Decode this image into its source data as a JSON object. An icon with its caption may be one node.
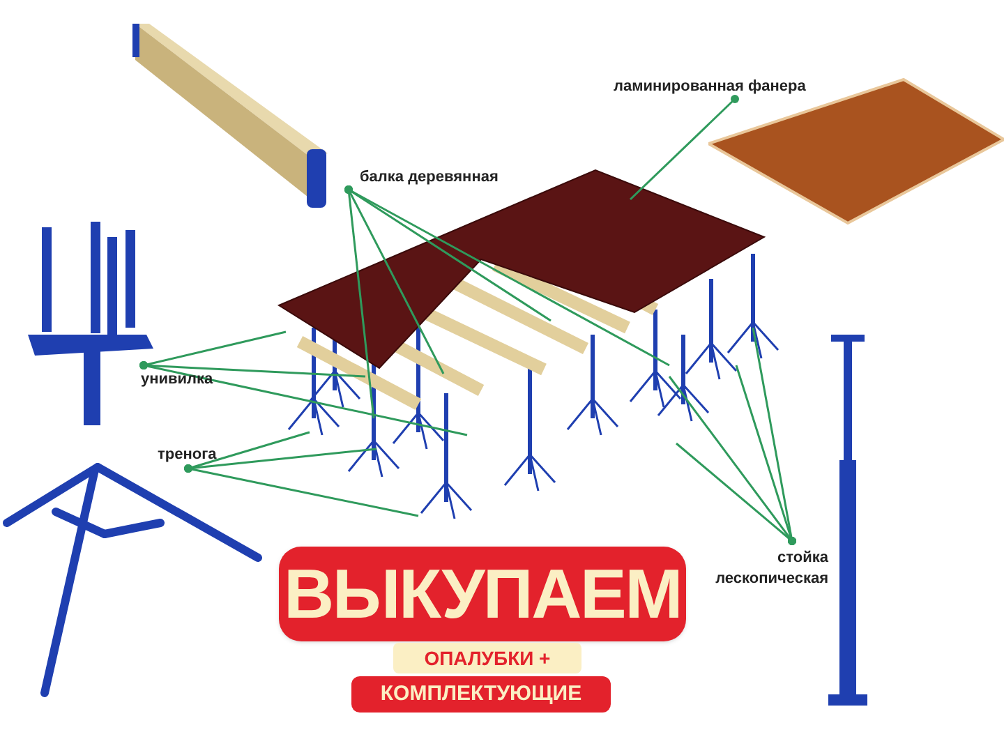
{
  "diagram": {
    "nodes": [
      {
        "text": [
          "балка деревянная"
        ]
      },
      {
        "text": [
          "ламинированная фанера"
        ]
      },
      {
        "text": [
          "унивилка"
        ]
      },
      {
        "text": [
          "тренога"
        ]
      },
      {
        "text": [
          "стойка",
          "лескопическая"
        ]
      },
      {
        "text": [
          "ВЫКУПАЕМ"
        ]
      },
      {
        "text": [
          "ОПАЛУБКИ +"
        ]
      },
      {
        "text": [
          "КОМПЛЕКТУЮЩИЕ"
        ]
      }
    ],
    "edges": [
      {
        "from": 0,
        "to": null,
        "arrow": "other"
      },
      {
        "from": 0,
        "to": null,
        "arrow": "other"
      },
      {
        "from": 0,
        "to": null,
        "arrow": "other"
      },
      {
        "from": 0,
        "to": null,
        "arrow": "other"
      },
      {
        "from": 1,
        "to": null,
        "arrow": "other"
      },
      {
        "from": 2,
        "to": null,
        "arrow": "other"
      },
      {
        "from": 2,
        "to": null,
        "arrow": "other"
      },
      {
        "from": 2,
        "to": null,
        "arrow": "other"
      },
      {
        "from": 3,
        "to": null,
        "arrow": "other"
      },
      {
        "from": 3,
        "to": null,
        "arrow": "other"
      },
      {
        "from": 3,
        "to": null,
        "arrow": "other"
      },
      {
        "from": 4,
        "to": null,
        "arrow": "other"
      },
      {
        "from": 4,
        "to": null,
        "arrow": "other"
      },
      {
        "from": 4,
        "to": null,
        "arrow": "other"
      },
      {
        "from": 4,
        "to": null,
        "arrow": "other"
      }
    ]
  }
}
